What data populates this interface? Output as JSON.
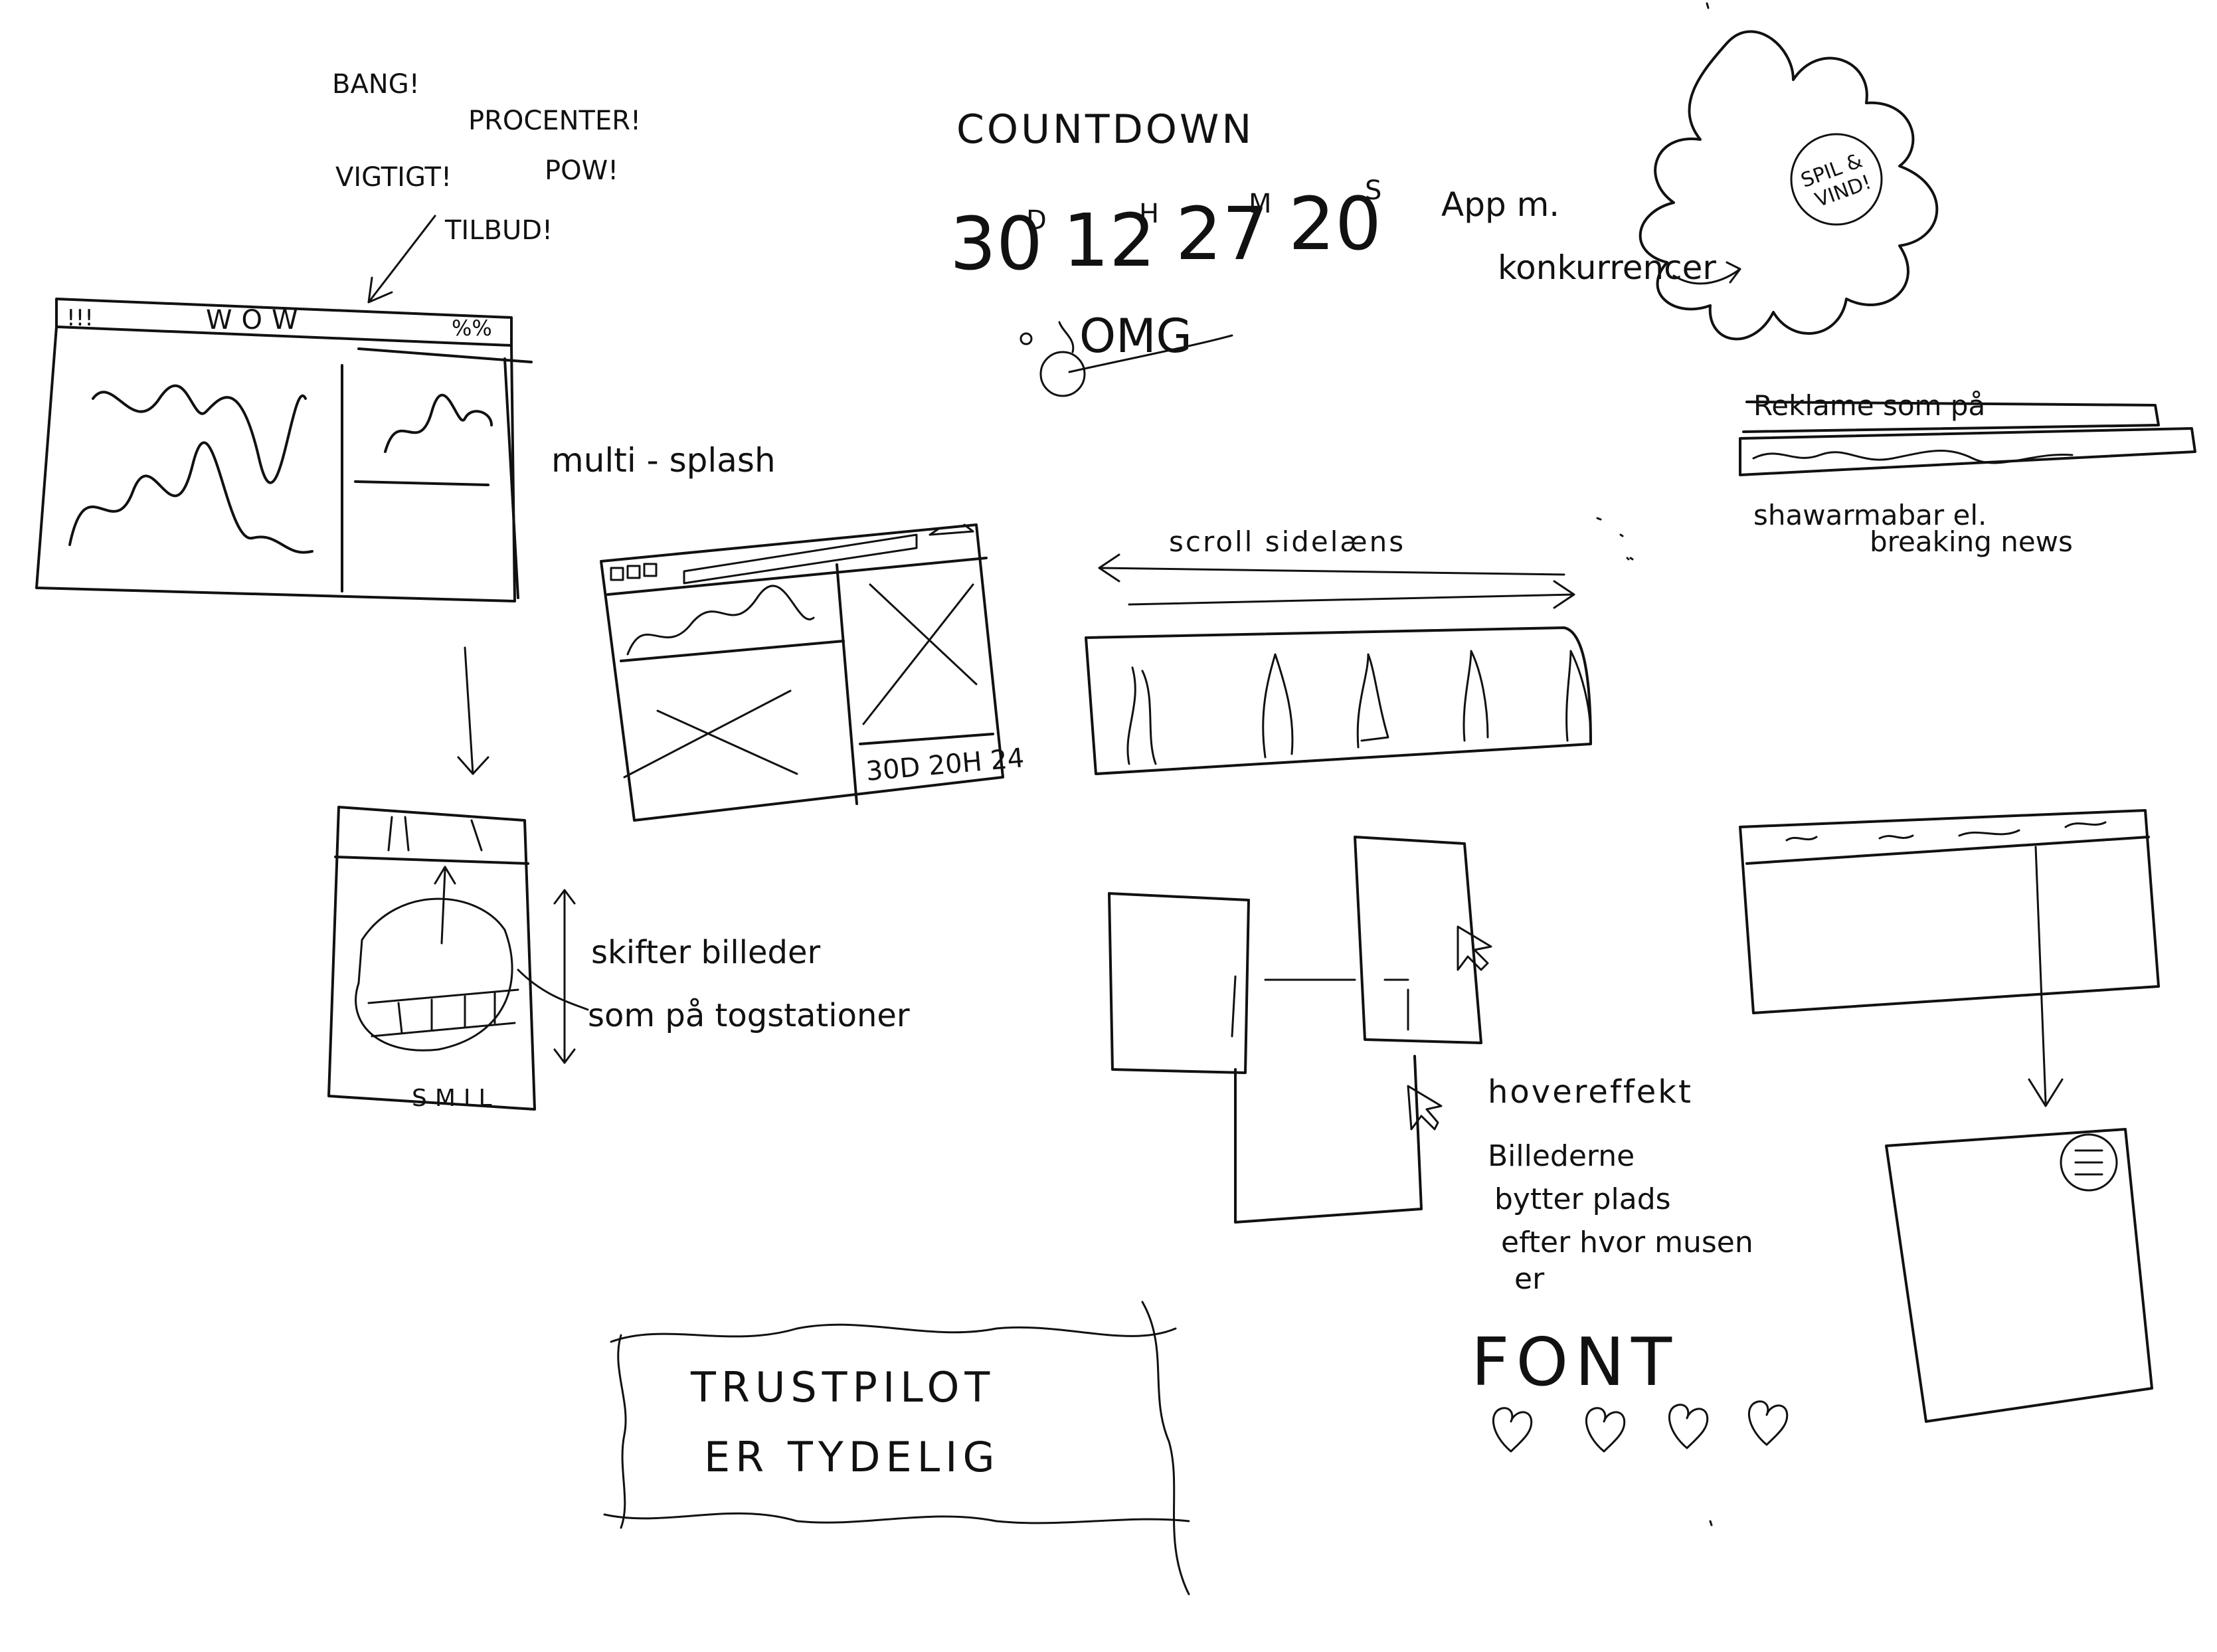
{
  "shouts": [
    "BANG!",
    "PROCENTER!",
    "VIGTIGT!",
    "POW!",
    "TILBUD!"
  ],
  "splash_window": {
    "left_mark": "!!!",
    "title": "WOW",
    "right_mark": "%%"
  },
  "multi_splash_label": "multi - splash",
  "countdown": {
    "title": "COUNTDOWN",
    "days": "30",
    "days_unit": "D",
    "hours": "12",
    "hours_unit": "H",
    "minutes": "27",
    "minutes_unit": "M",
    "seconds": "20",
    "seconds_unit": "S",
    "bomb_text": "OMG"
  },
  "competition_note": {
    "line1": "App m.",
    "line2": "konkurrencer"
  },
  "burst_badge": {
    "line1": "SPIL &",
    "line2": "VIND!"
  },
  "ad_note": {
    "line1": "Reklame som på",
    "line2": "shawarmabar el.",
    "line3": "breaking news"
  },
  "mini_window_countdown": "30D 20H 24",
  "scroll_label": "scroll sidelæns",
  "phone_note": {
    "line1": "skifter billeder",
    "line2": "som på togstationer",
    "smile": "SMIL"
  },
  "hover_note": {
    "title": "hovereffekt",
    "line1": "Billederne",
    "line2": "bytter plads",
    "line3": "efter hvor musen",
    "line4": "er"
  },
  "trustpilot_note": {
    "line1": "TRUSTPILOT",
    "line2": "ER TYDELIG"
  },
  "font_note": "FONT",
  "menu_icon": "hamburger-menu-icon",
  "arrow_icon": "cursor-arrow-icon",
  "heart_icon": "heart-icon"
}
